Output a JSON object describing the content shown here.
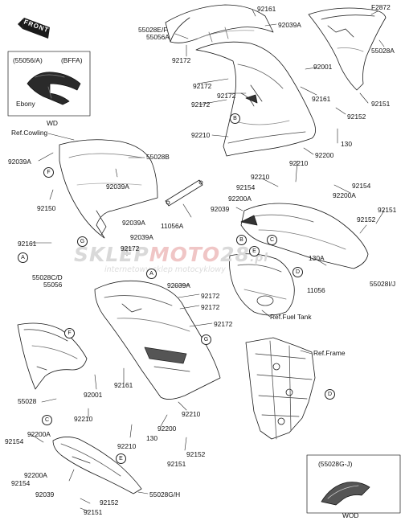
{
  "diagram": {
    "front_label": "FRONT",
    "watermark": {
      "brand_a": "SKLEP",
      "brand_b": "MOTO",
      "brand_c": "28",
      "suffix": ".pl",
      "tagline": "internetowy sklep motocyklowy"
    },
    "insets": {
      "top_left": {
        "code": "(55056/A)",
        "variant": "(BFFA)",
        "color": "Ebony",
        "caption": "WD"
      },
      "bottom_right": {
        "code": "(55028G-J)",
        "caption": "WOD"
      }
    },
    "corner_code": "F2872",
    "labels": {
      "p92161_top": "92161",
      "p55028ef": "55028E/F",
      "p55056a": "55056A",
      "p92039a_top": "92039A",
      "p55028a": "55028A",
      "p92172_a": "92172",
      "p92001_top": "92001",
      "p92172_b": "92172",
      "p92172_c": "92172",
      "p92172_d": "92172",
      "p92161_mid": "92161",
      "p92151_right": "92151",
      "p92152_right": "92152",
      "p130_top": "130",
      "p92210_a": "92210",
      "p92200_top": "92200",
      "ref_cowling": "Ref.Cowling",
      "p55028b": "55028B",
      "p92039a_left": "92039A",
      "p92039a_b": "92039A",
      "p92210_b": "92210",
      "p92210_c": "92210",
      "p92154_a": "92154",
      "p92154_b": "92154",
      "p92200a_a": "92200A",
      "p92200a_b": "92200A",
      "p92150": "92150",
      "p92039_mid": "92039",
      "p92039a_c": "92039A",
      "p11056a": "11056A",
      "p92152_mid": "92152",
      "p92151_mid": "92151",
      "p92039a_d": "92039A",
      "p92161_left": "92161",
      "p92172_e": "92172",
      "p130a": "130A",
      "p55028cd": "55028C/D",
      "p55056": "55056",
      "p55028ij": "55028I/J",
      "p11056": "11056",
      "p92039a_e": "92039A",
      "p92172_f": "92172",
      "p92172_g": "92172",
      "ref_fuel_tank": "Ref.Fuel Tank",
      "p92172_h": "92172",
      "ref_frame": "Ref.Frame",
      "p92001_bot": "92001",
      "p92161_bot": "92161",
      "p55028": "55028",
      "p92210_d": "92210",
      "p92210_e": "92210",
      "p92154_c": "92154",
      "p92200a_c": "92200A",
      "p92200_bot": "92200",
      "p130_bot": "130",
      "p92210_f": "92210",
      "p92152_bot": "92152",
      "p92151_bot": "92151",
      "p92200a_d": "92200A",
      "p92154_d": "92154",
      "p92039_bot": "92039",
      "p55028gh": "55028G/H",
      "p92152_b2": "92152",
      "p92151_b2": "92151"
    },
    "callouts": {
      "B_top": "B",
      "F_left": "F",
      "G_left": "G",
      "A_left": "A",
      "A_mid": "A",
      "B_mid": "B",
      "C_mid": "C",
      "E_mid": "E",
      "D_mid": "D",
      "F_low": "F",
      "G_mid": "G",
      "C_low": "C",
      "E_low": "E",
      "D_frame": "D"
    }
  }
}
